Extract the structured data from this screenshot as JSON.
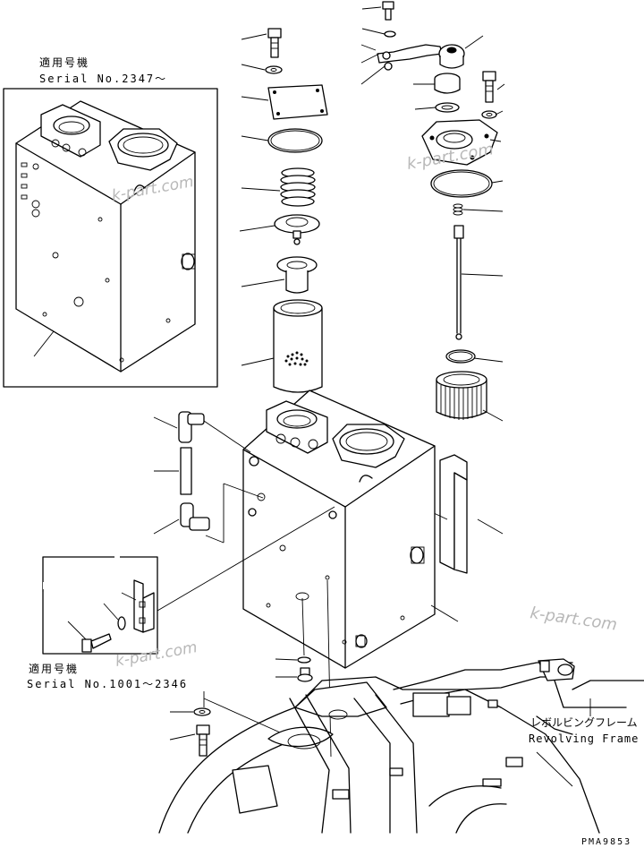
{
  "labels": {
    "applicable_model_top": "適用号機",
    "serial_top": "Serial No.2347～",
    "applicable_model_bottom": "適用号機",
    "serial_bottom": "Serial No.1001～2346",
    "revolving_frame_jp": "レボルビングフレーム",
    "revolving_frame_en": "Revolving Frame",
    "drawing_number": "PMA9853"
  },
  "watermarks": [
    "k-part.com",
    "k-part.com",
    "k-part.com"
  ]
}
